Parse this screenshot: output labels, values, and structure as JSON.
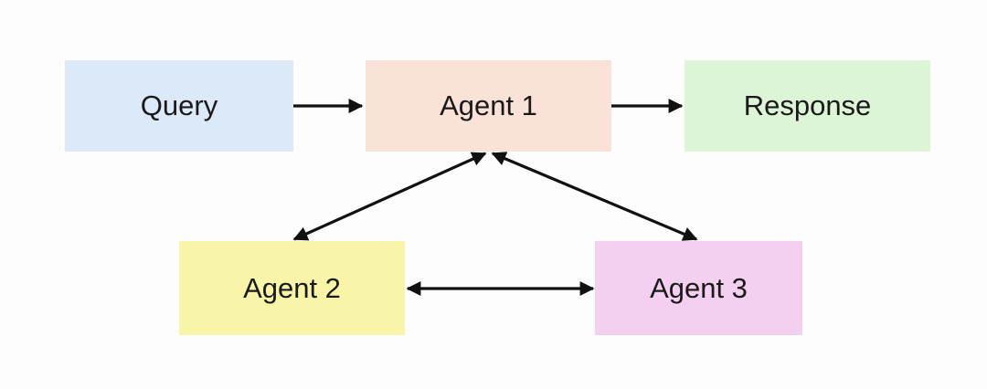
{
  "nodes": {
    "query": {
      "label": "Query",
      "fill": "#dce9f9"
    },
    "agent1": {
      "label": "Agent 1",
      "fill": "#fbe2d8"
    },
    "response": {
      "label": "Response",
      "fill": "#ddf4d6"
    },
    "agent2": {
      "label": "Agent 2",
      "fill": "#f8f5a8"
    },
    "agent3": {
      "label": "Agent 3",
      "fill": "#f3d0ef"
    }
  },
  "edges": [
    {
      "from": "query",
      "to": "agent1",
      "direction": "forward"
    },
    {
      "from": "agent1",
      "to": "response",
      "direction": "forward"
    },
    {
      "from": "agent1",
      "to": "agent2",
      "direction": "both"
    },
    {
      "from": "agent1",
      "to": "agent3",
      "direction": "both"
    },
    {
      "from": "agent2",
      "to": "agent3",
      "direction": "both"
    }
  ],
  "colors": {
    "arrow": "#111111",
    "background": "#fdfdfd"
  }
}
